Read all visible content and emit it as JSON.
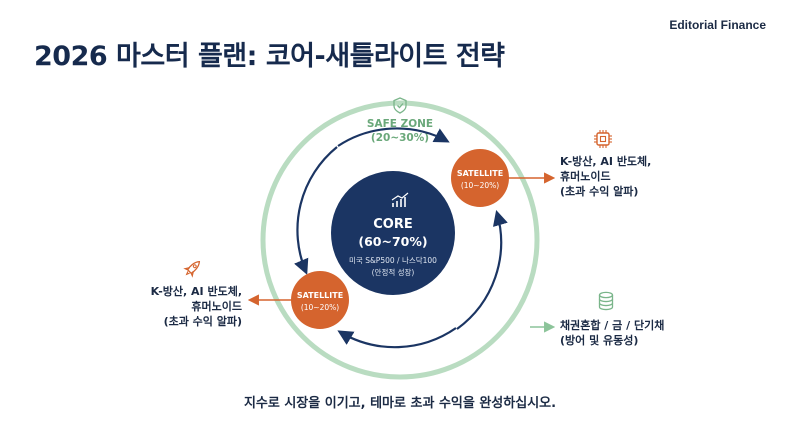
{
  "header": {
    "brand": "Editorial Finance",
    "title": "2026 마스터 플랜: 코어-새틀라이트 전략"
  },
  "safe_zone": {
    "label": "SAFE ZONE",
    "range": "(20~30%)"
  },
  "core": {
    "label": "CORE",
    "range": "(60~70%)",
    "detail": "미국 S&P500 / 나스닥100",
    "note": "(안정적 성장)"
  },
  "satellite_top": {
    "label": "SATELLITE",
    "range": "(10~20%)"
  },
  "satellite_left": {
    "label": "SATELLITE",
    "range": "(10~20%)"
  },
  "right_top_text": {
    "line1": "K-방산, AI 반도체,",
    "line2": "휴머노이드",
    "line3": "(초과 수익 알파)"
  },
  "left_text": {
    "line1": "K-방산, AI 반도체,",
    "line2": "휴머노이드",
    "line3": "(초과 수익 알파)"
  },
  "right_bottom_text": {
    "line1": "채권혼합 / 금 / 단기채",
    "line2": "(방어 및 유동성)"
  },
  "footer": "지수로 시장을 이기고, 테마로 초과 수익을 완성하십시오.",
  "colors": {
    "navy": "#1b3563",
    "orange": "#d5642e",
    "green": "#8cc49a",
    "green_text": "#6aa87a",
    "gray": "#8c8c8c"
  },
  "icons": [
    "shield-icon",
    "chart-up-icon",
    "chip-icon",
    "rocket-icon",
    "database-icon"
  ]
}
